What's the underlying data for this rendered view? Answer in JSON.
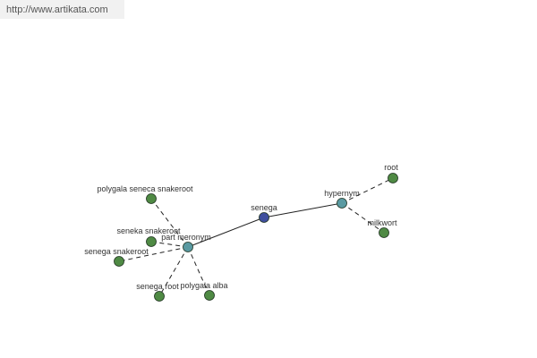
{
  "watermark": {
    "text": "http://www.artikata.com"
  },
  "colors": {
    "root_node": "#3f4f9e",
    "relation_node": "#5a9aa2",
    "leaf_node": "#4f8a44",
    "edge": "#222222"
  },
  "graph": {
    "root": {
      "id": "senega",
      "label": "senega"
    },
    "relations": [
      {
        "id": "hypernym",
        "label": "hypernym",
        "targets": [
          {
            "id": "root",
            "label": "root"
          },
          {
            "id": "milkwort",
            "label": "milkwort"
          }
        ]
      },
      {
        "id": "part-meronym",
        "label": "part meronym",
        "targets": [
          {
            "id": "polygala-seneca-snakeroot",
            "label": "polygala seneca snakeroot"
          },
          {
            "id": "seneka-snakeroot",
            "label": "seneka snakeroot"
          },
          {
            "id": "senega-snakeroot",
            "label": "senega snakeroot"
          },
          {
            "id": "senega-root",
            "label": "senega root"
          },
          {
            "id": "polygala-alba",
            "label": "polygala alba"
          }
        ]
      }
    ]
  }
}
